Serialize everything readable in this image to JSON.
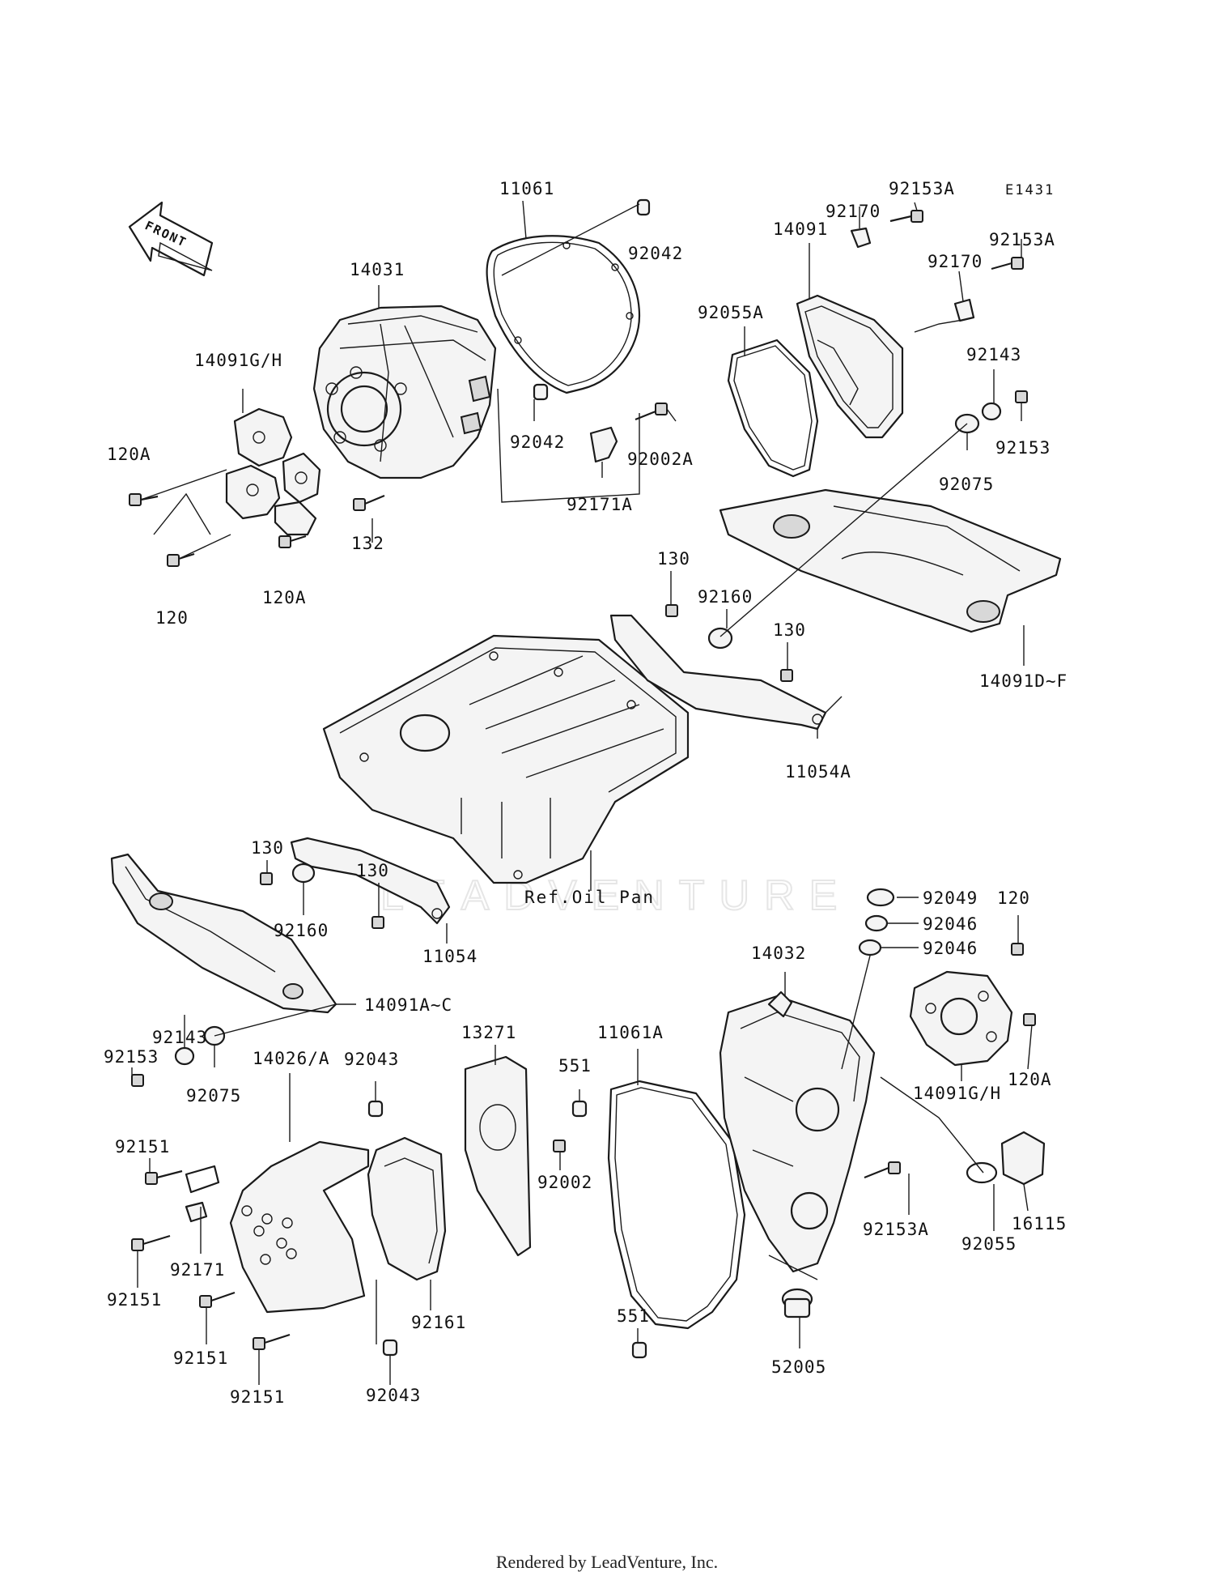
{
  "code": "E1431",
  "front_label": "FRONT",
  "watermark": "LEADVENTURE",
  "ref_label": "Ref.Oil Pan",
  "footer": "Rendered by LeadVenture, Inc.",
  "part_labels": [
    "11061",
    "92042",
    "14031",
    "14091G/H",
    "120A",
    "92042",
    "92002A",
    "92171A",
    "132",
    "120",
    "120A",
    "92153A",
    "92170",
    "14091",
    "92153A",
    "92170",
    "92055A",
    "92143",
    "92153",
    "92075",
    "130",
    "92160",
    "130",
    "14091D~F",
    "11054A",
    "130",
    "130",
    "92160",
    "11054",
    "14091A~C",
    "92143",
    "92153",
    "92075",
    "92049",
    "92046",
    "92046",
    "120",
    "14032",
    "120A",
    "14091G/H",
    "13271",
    "11061A",
    "551",
    "92002",
    "92043",
    "14026/A",
    "92151",
    "92171",
    "92151",
    "92151",
    "92151",
    "92161",
    "92043",
    "92153A",
    "92055",
    "16115",
    "551",
    "52005"
  ]
}
